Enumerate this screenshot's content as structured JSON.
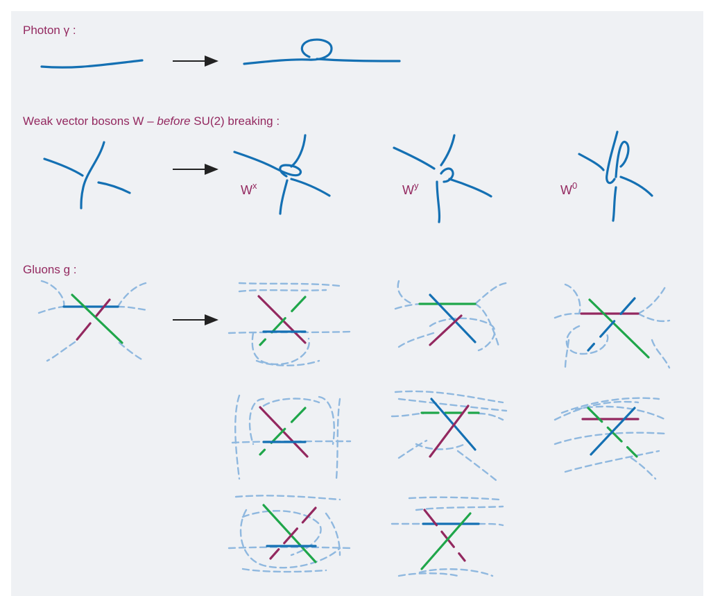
{
  "sections": {
    "photon": {
      "heading": "Photon γ :"
    },
    "weak": {
      "heading_pre": "Weak vector bosons W – ",
      "heading_em": "before",
      "heading_post": " SU(2) breaking :",
      "labels": {
        "wx": {
          "base": "W",
          "sup": "x"
        },
        "wy": {
          "base": "W",
          "sup": "y"
        },
        "w0": {
          "base": "W",
          "sup": "0"
        }
      }
    },
    "gluons": {
      "heading": "Gluons g :"
    }
  },
  "colors": {
    "panel_background": "#eff1f4",
    "heading_text": "#93285f",
    "strand_blue": "#1470b3",
    "strand_light_blue": "#8fb8df",
    "strand_magenta": "#93285f",
    "strand_green": "#1fa64a",
    "arrow": "#222222"
  },
  "icons": {
    "arrow": "right-arrow-icon"
  }
}
